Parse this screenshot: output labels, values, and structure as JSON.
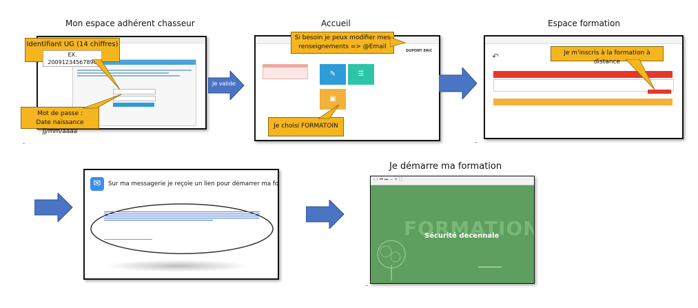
{
  "steps": {
    "step1": {
      "title": "Mon espace adhérent chasseur",
      "callout_id_line1": "Identifiant UG (14 chiffres)",
      "callout_id_line2": "EX. 20091234567890",
      "callout_pwd_line1": "Mot de passe :",
      "callout_pwd_line2": "Date naissance jj/mm/aaaa"
    },
    "arrow1_label": "Je valide",
    "step2": {
      "title": "Accueil",
      "callout_info_line1": "Si besoin je peux modifier mes",
      "callout_info_line2": "renseignements => @Email",
      "callout_choice": "Je choisi FORMATOIN",
      "user_name": "DUPONT ERIC"
    },
    "step3": {
      "title": "Espace formation",
      "callout": "Je m'inscris à la formation à distance"
    },
    "step4": {
      "callout_heading": "Sur ma messagerie je reçoie un lien pour démarrer ma formation"
    },
    "step5": {
      "title": "Je démarre ma formation",
      "banner_big": "FORMATION",
      "banner_sub": "Sécurité decennale"
    }
  },
  "colors": {
    "callout": "#f5b51f",
    "arrow": "#4a74c4",
    "tile_blue": "#2e9cd8",
    "tile_teal": "#2ec4a6",
    "tile_orange": "#f3b03a",
    "red_bar": "#e8362c",
    "green_bg": "#5e9e5e",
    "panel_blue": "#4aa3df"
  }
}
